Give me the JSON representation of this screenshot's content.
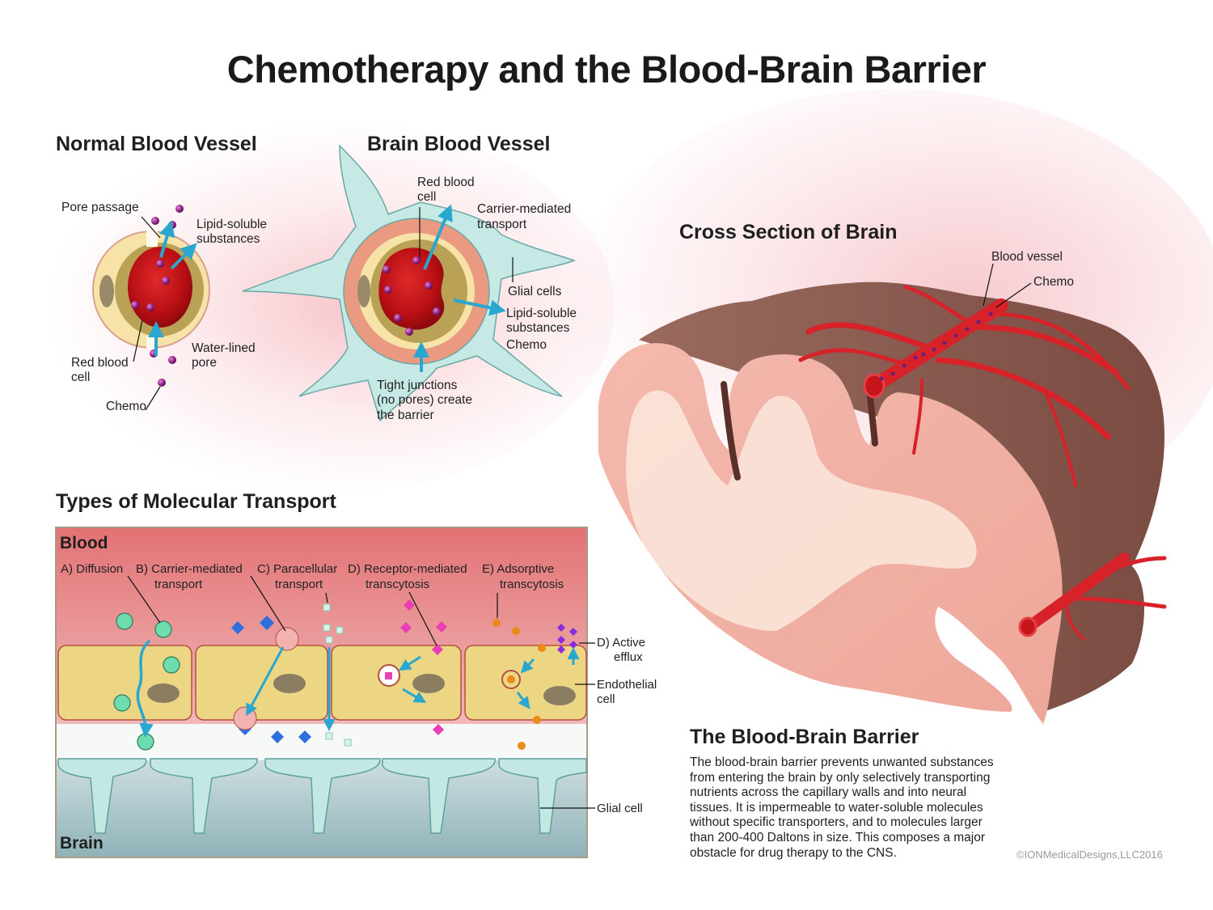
{
  "title": "Chemotherapy and the Blood-Brain Barrier",
  "normal_vessel": {
    "heading": "Normal Blood Vessel",
    "labels": {
      "pore_passage": "Pore passage",
      "lipid_soluble_1": "Lipid-soluble",
      "lipid_soluble_2": "substances",
      "red_blood_cell_1": "Red blood",
      "red_blood_cell_2": "cell",
      "water_lined_1": "Water-lined",
      "water_lined_2": "pore",
      "chemo": "Chemo"
    }
  },
  "brain_vessel": {
    "heading": "Brain Blood Vessel",
    "labels": {
      "red_blood_cell_1": "Red blood",
      "red_blood_cell_2": "cell",
      "carrier_1": "Carrier-mediated",
      "carrier_2": "transport",
      "glial_cells": "Glial cells",
      "lipid_soluble_1": "Lipid-soluble",
      "lipid_soluble_2": "substances",
      "chemo": "Chemo",
      "tight_1": "Tight junctions",
      "tight_2": "(no pores) create",
      "tight_3": "the barrier"
    }
  },
  "cross_section": {
    "heading": "Cross Section of Brain",
    "labels": {
      "blood_vessel": "Blood vessel",
      "chemo": "Chemo"
    }
  },
  "transport": {
    "heading": "Types of Molecular Transport",
    "blood_label": "Blood",
    "brain_label": "Brain",
    "types": [
      {
        "line1": "A) Diffusion",
        "line2": ""
      },
      {
        "line1": "B) Carrier-mediated",
        "line2": "transport"
      },
      {
        "line1": "C) Paracellular",
        "line2": "transport"
      },
      {
        "line1": "D) Receptor-mediated",
        "line2": "transcytosis"
      },
      {
        "line1": "E) Adsorptive",
        "line2": "transcytosis"
      }
    ],
    "side_labels": {
      "active_efflux_1": "D) Active",
      "active_efflux_2": "efflux",
      "endothelial_1": "Endothelial",
      "endothelial_2": "cell",
      "glial_cell": "Glial cell"
    },
    "colors": {
      "blood_top": "#e47a7c",
      "endothelial": "#ecd684",
      "glial": "#bfe7e4",
      "arrow": "#2aa7cf"
    }
  },
  "bbb": {
    "heading": "The Blood-Brain Barrier",
    "lines": [
      "The blood-brain barrier prevents unwanted substances",
      "from entering the brain by only selectively transporting",
      "nutrients across the capillary walls and into neural",
      "tissues. It is impermeable to water-soluble molecules",
      "without specific transporters, and to molecules larger",
      "than 200-400 Daltons in size. This composes a major",
      "obstacle for drug therapy to the CNS."
    ]
  },
  "copyright": "©IONMedicalDesigns,LLC2016"
}
